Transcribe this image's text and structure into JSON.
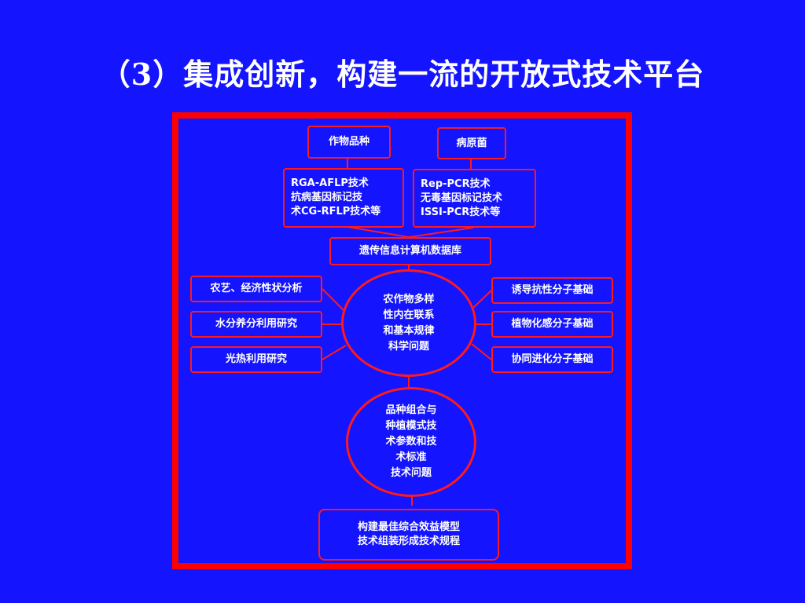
{
  "title": "（3）集成创新，构建一流的开放式技术平台",
  "boxes": {
    "crop_variety": "作物品种",
    "pathogen": "病原菌",
    "rga_tech": "RGA-AFLP技术\n抗病基因标记技\n术CG-RFLP技术等",
    "rep_tech": "Rep-PCR技术\n无毒基因标记技术\nISSI-PCR技术等",
    "genetic_db": "遗传信息计算机数据库",
    "agro_traits": "农艺、经济性状分析",
    "water_fert": "水分养分利用研究",
    "light_heat": "光热利用研究",
    "induced_resistance": "诱导抗性分子基础",
    "allelopathy": "植物化感分子基础",
    "coevolution": "协同进化分子基础",
    "optimal_model": "构建最佳综合效益模型\n技术组装形成技术规程"
  },
  "ovals": {
    "diversity": "农作物多样\n性内在联系\n和基本规律\n科学问题",
    "combination": "品种组合与\n种植模式技\n术参数和技\n术标准\n技术问题"
  },
  "colors": {
    "background": "#1414ff",
    "border": "#ff1a1a",
    "text": "#ffffff"
  }
}
